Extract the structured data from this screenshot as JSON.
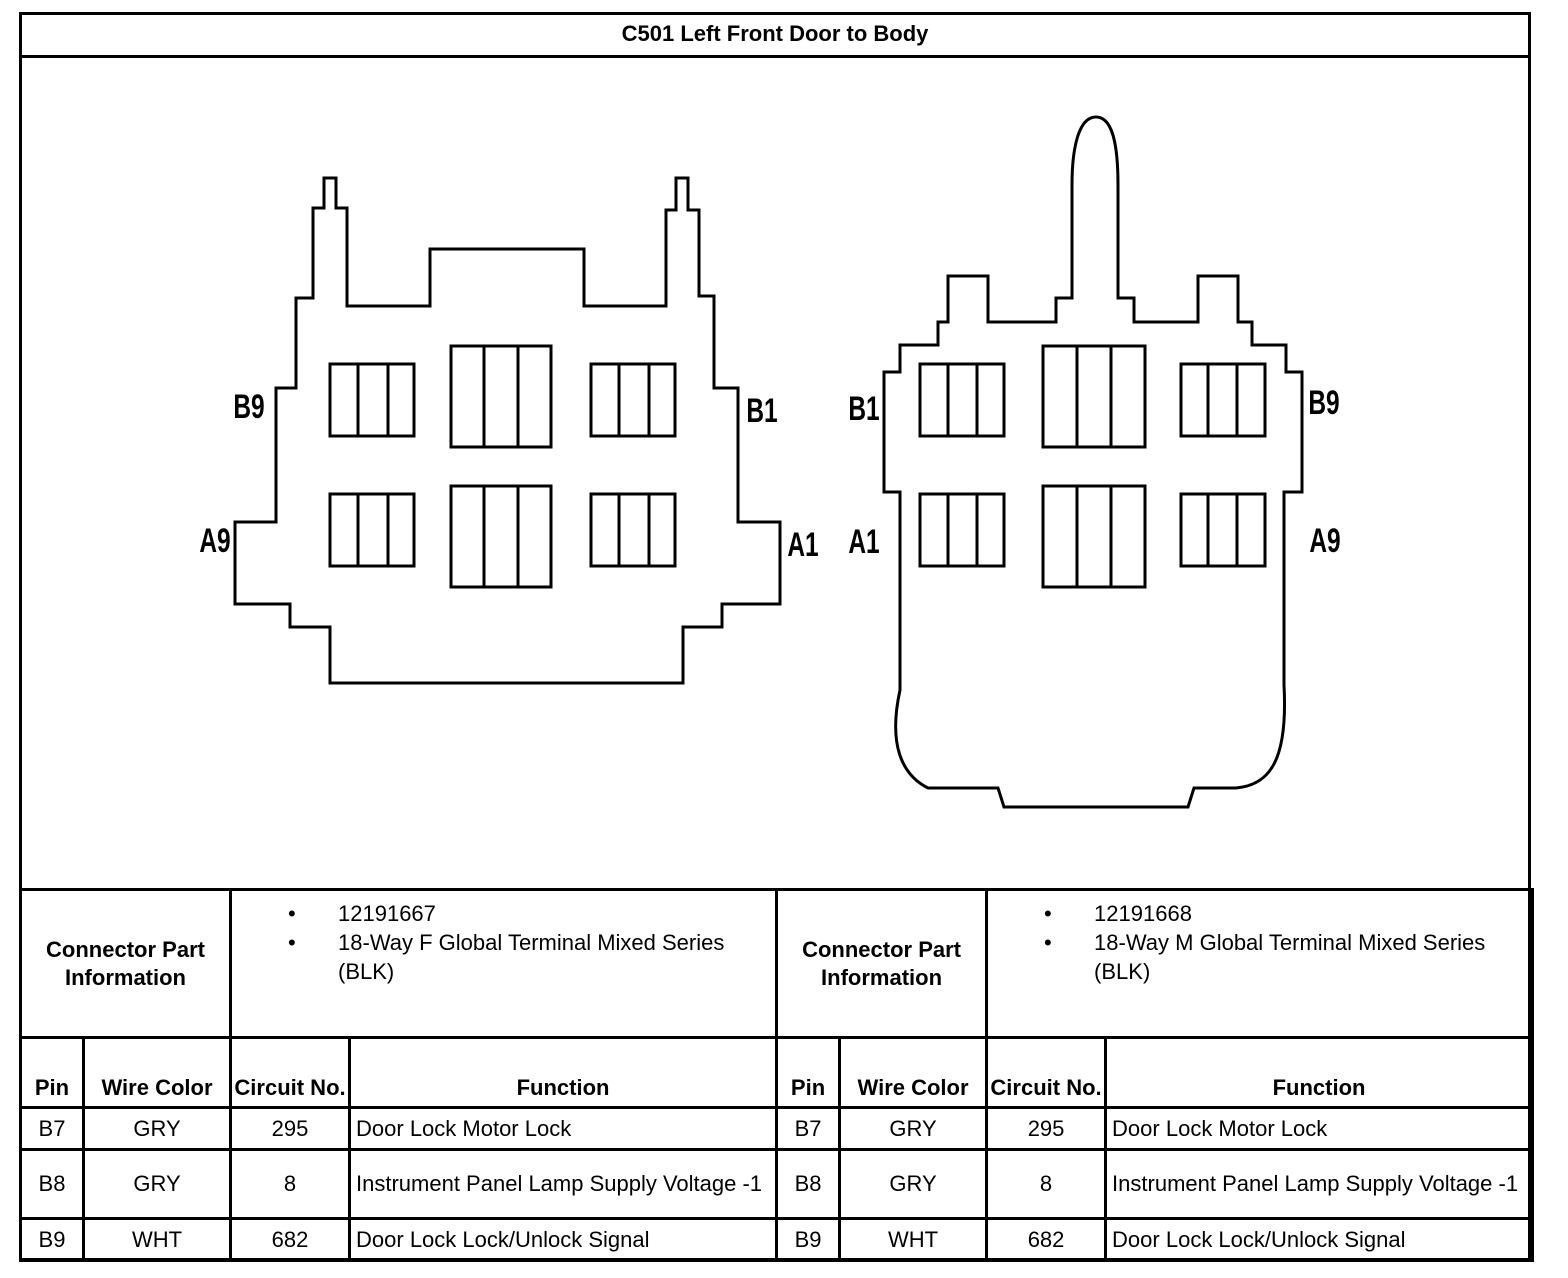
{
  "title": "C501 Left Front Door to Body",
  "diagram": {
    "left_connector": {
      "labels": {
        "b9": "B9",
        "b1": "B1",
        "a9": "A9",
        "a1": "A1"
      }
    },
    "right_connector": {
      "labels": {
        "b1": "B1",
        "b9": "B9",
        "a1": "A1",
        "a9": "A9"
      }
    }
  },
  "connectors": [
    {
      "info_label": "Connector Part Information",
      "part_number": "12191667",
      "description": "18-Way F Global Terminal Mixed Series (BLK)",
      "headers": {
        "pin": "Pin",
        "wire_color": "Wire Color",
        "circuit": "Circuit No.",
        "function": "Function"
      },
      "rows": [
        {
          "pin": "B7",
          "wire_color": "GRY",
          "circuit": "295",
          "function": "Door Lock Motor Lock"
        },
        {
          "pin": "B8",
          "wire_color": "GRY",
          "circuit": "8",
          "function": "Instrument Panel Lamp Supply Voltage -1"
        },
        {
          "pin": "B9",
          "wire_color": "WHT",
          "circuit": "682",
          "function": "Door Lock Lock/Unlock Signal"
        }
      ]
    },
    {
      "info_label": "Connector Part Information",
      "part_number": "12191668",
      "description": "18-Way M Global Terminal Mixed Series (BLK)",
      "headers": {
        "pin": "Pin",
        "wire_color": "Wire Color",
        "circuit": "Circuit No.",
        "function": "Function"
      },
      "rows": [
        {
          "pin": "B7",
          "wire_color": "GRY",
          "circuit": "295",
          "function": "Door Lock Motor Lock"
        },
        {
          "pin": "B8",
          "wire_color": "GRY",
          "circuit": "8",
          "function": "Instrument Panel Lamp Supply Voltage -1"
        },
        {
          "pin": "B9",
          "wire_color": "WHT",
          "circuit": "682",
          "function": "Door Lock Lock/Unlock Signal"
        }
      ]
    }
  ]
}
